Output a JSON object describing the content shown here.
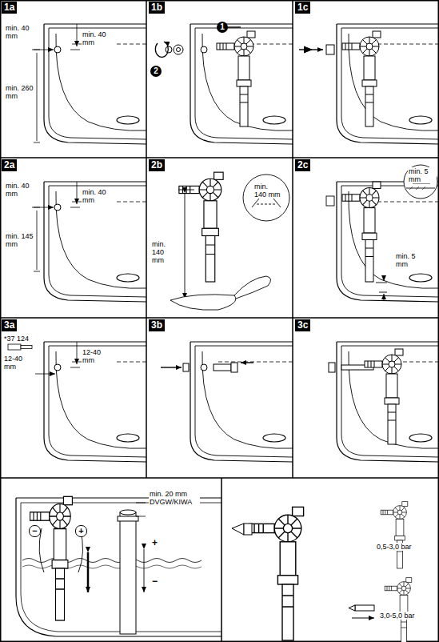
{
  "diagram": {
    "labels": [
      "1a",
      "min. 40 mm",
      "min. 40 mm",
      "min. 260 mm",
      "1b",
      "1",
      "2",
      "1c",
      "2a",
      "min. 40 mm",
      "min. 40 mm",
      "min. 145 mm",
      "2b",
      "min. 140 mm",
      "min. 140 mm",
      "2c",
      "min. 5 mm",
      "min. 5 mm",
      "3a",
      "*37 124",
      "12-40 mm",
      "12-40 mm",
      "3b",
      "3c",
      "min. 20 mm DVGW/KIWA",
      "−",
      "+",
      "+",
      "−",
      "0,5-3,0 bar",
      "3,0-5,0 bar"
    ]
  }
}
